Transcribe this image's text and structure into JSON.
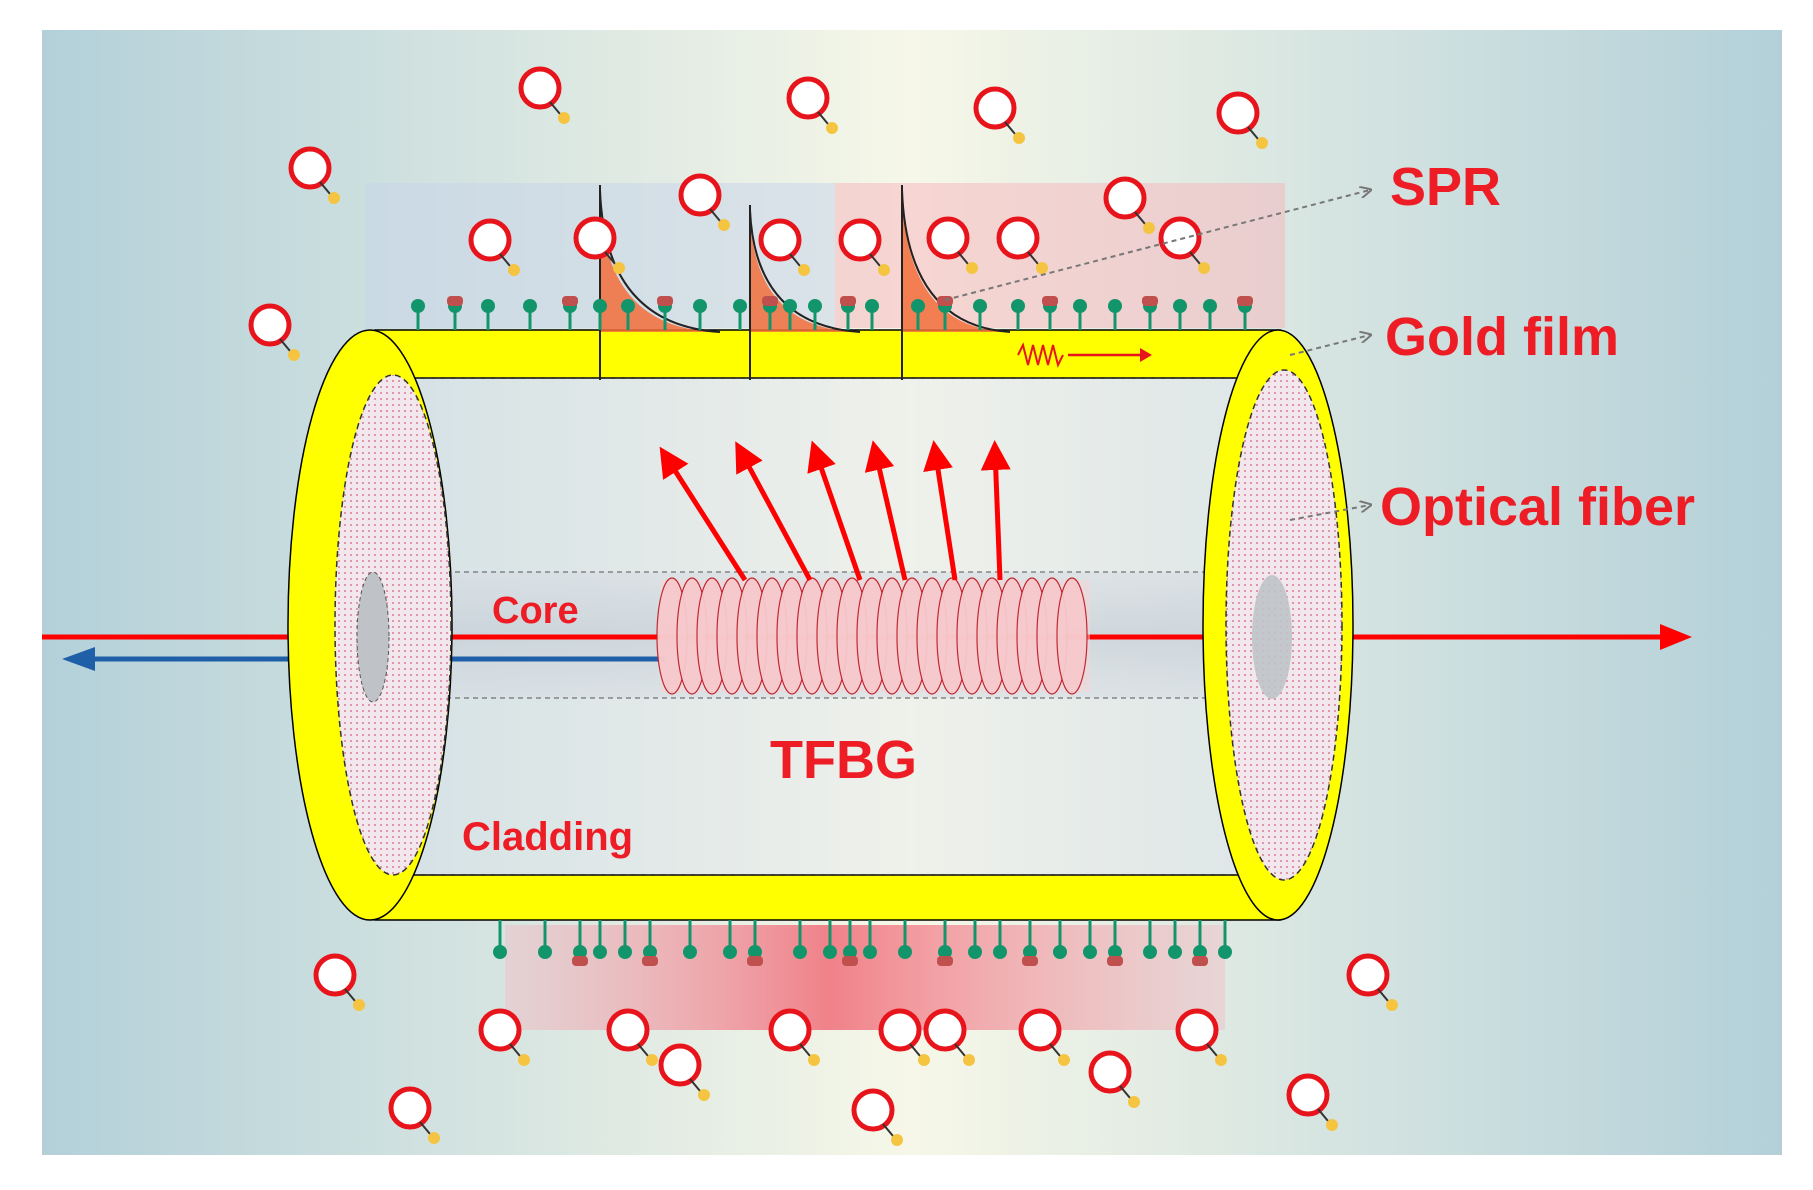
{
  "labels": {
    "spr": "SPR",
    "gold_film": "Gold film",
    "optical_fiber": "Optical fiber",
    "core": "Core",
    "tfbg": "TFBG",
    "cladding": "Cladding"
  },
  "colors": {
    "label_red": "#ee1c24",
    "gold": "#ffff00",
    "light_arrow": "#ff0000",
    "reflected_arrow": "#1f5fa8",
    "receptor": "#13956b",
    "particle": "#e8141c",
    "background_left": "#b6d3dc",
    "background_center": "#f5f6e6"
  }
}
